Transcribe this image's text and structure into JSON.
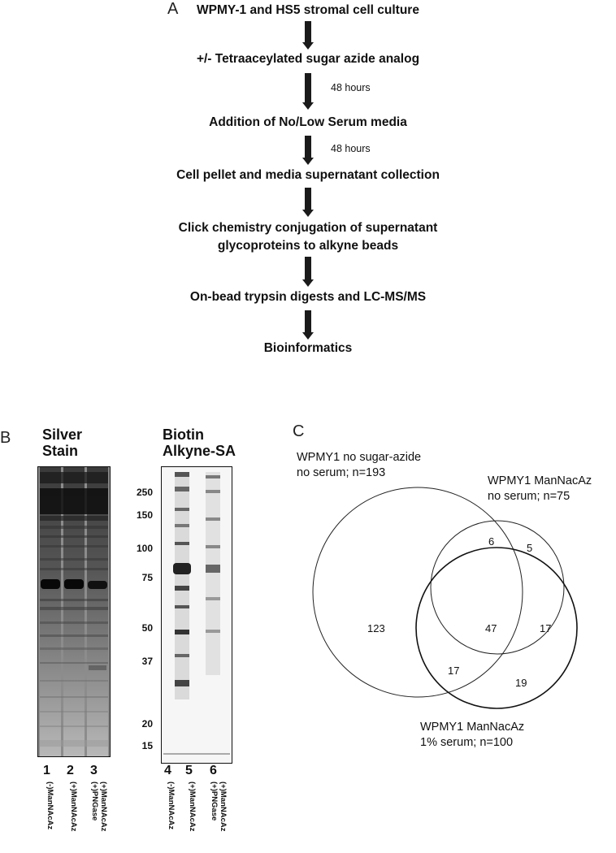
{
  "panel_a": {
    "letter": "A",
    "steps": [
      "WPMY-1 and HS5 stromal cell culture",
      "+/- Tetraaceylated sugar azide analog",
      "Addition of No/Low Serum media",
      "Cell pellet and media supernatant collection",
      "Click chemistry conjugation of supernatant",
      "glycoproteins to alkyne beads",
      "On-bead trypsin digests and LC-MS/MS",
      "Bioinformatics"
    ],
    "durations": [
      "48 hours",
      "48 hours"
    ]
  },
  "panel_b": {
    "letter": "B",
    "gel1_title": [
      "Silver",
      "Stain"
    ],
    "gel2_title": [
      "Biotin",
      "Alkyne-SA"
    ],
    "mw_markers": [
      "250",
      "150",
      "100",
      "75",
      "50",
      "37",
      "20",
      "15"
    ],
    "lane_numbers": [
      "1",
      "2",
      "3",
      "4",
      "5",
      "6"
    ],
    "lane_labels": [
      [
        "(-)ManNAcAz"
      ],
      [
        "(+)ManNAcAz"
      ],
      [
        "(+)ManNAcAz",
        "(+)PNGase"
      ],
      [
        "(-)ManNAcAz"
      ],
      [
        "(+)ManNAcAz"
      ],
      [
        "(+)ManNAcAz",
        "(+)PNGase"
      ]
    ]
  },
  "panel_c": {
    "letter": "C",
    "set1_label": [
      "WPMY1 no sugar-azide",
      "no serum;   n=193"
    ],
    "set2_label": [
      "WPMY1 ManNacAz",
      "no serum; n=75"
    ],
    "set3_label": [
      "WPMY1 ManNacAz",
      "1% serum; n=100"
    ],
    "regions": {
      "only_1": "123",
      "only_2": "5",
      "only_3": "19",
      "one_two": "6",
      "two_three": "17",
      "one_three": "17",
      "all": "47"
    }
  }
}
